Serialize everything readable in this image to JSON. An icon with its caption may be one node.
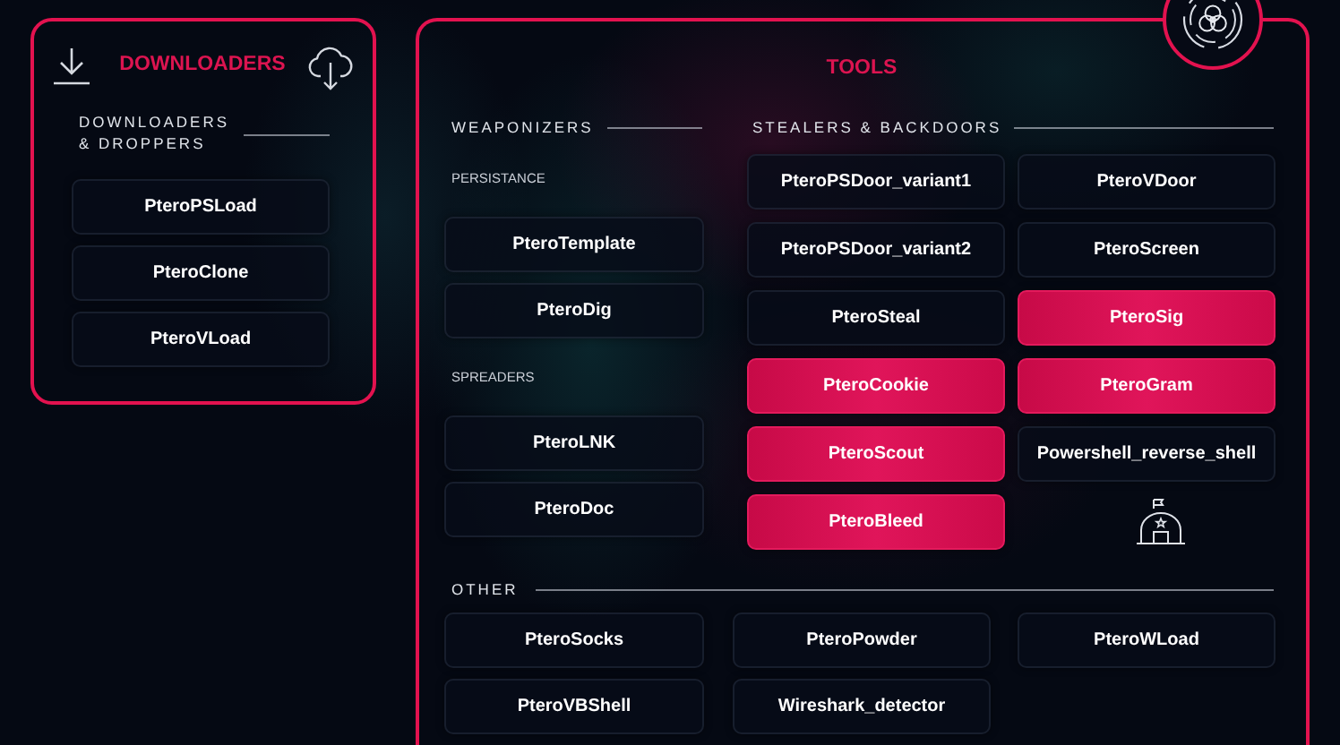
{
  "diagram": {
    "nodes": [
      {
        "text": [
          "DOWNLOADERS",
          "DOWNLOADERS & DROPPERS"
        ]
      },
      {
        "text": [
          "PteroPSLoad"
        ],
        "in": 0
      },
      {
        "text": [
          "PteroClone"
        ],
        "in": 0
      },
      {
        "text": [
          "PteroVLoad"
        ],
        "in": 0
      },
      {
        "text": [
          "TOOLS",
          "WEAPONIZERS",
          "PERSISTANCE",
          "SPREADERS",
          "STEALERS & BACKDOORS",
          "OTHER"
        ]
      },
      {
        "text": [
          "PteroTemplate"
        ],
        "in": 4
      },
      {
        "text": [
          "PteroDig"
        ],
        "in": 4
      },
      {
        "text": [
          "PteroLNK"
        ],
        "in": 4
      },
      {
        "text": [
          "PteroDoc"
        ],
        "in": 4
      },
      {
        "text": [
          "PteroPSDoor_variant1"
        ],
        "in": 4
      },
      {
        "text": [
          "PteroVDoor"
        ],
        "in": 4
      },
      {
        "text": [
          "PteroPSDoor_variant2"
        ],
        "in": 4
      },
      {
        "text": [
          "PteroScreen"
        ],
        "in": 4
      },
      {
        "text": [
          "PteroSteal"
        ],
        "in": 4
      },
      {
        "text": [
          "PteroSig"
        ],
        "in": 4
      },
      {
        "text": [
          "PteroCookie"
        ],
        "in": 4
      },
      {
        "text": [
          "PteroGram"
        ],
        "in": 4
      },
      {
        "text": [
          "PteroScout"
        ],
        "in": 4
      },
      {
        "text": [
          "Powershell_reverse_shell"
        ],
        "in": 4
      },
      {
        "text": [
          "PteroBleed"
        ],
        "in": 4
      },
      {
        "text": [
          "PteroSocks"
        ],
        "in": 4
      },
      {
        "text": [
          "PteroPowder"
        ],
        "in": 4
      },
      {
        "text": [
          "PteroWLoad"
        ],
        "in": 4
      },
      {
        "text": [
          "PteroVBShell"
        ],
        "in": 4
      },
      {
        "text": [
          "Wireshark_detector"
        ],
        "in": 4
      }
    ]
  }
}
